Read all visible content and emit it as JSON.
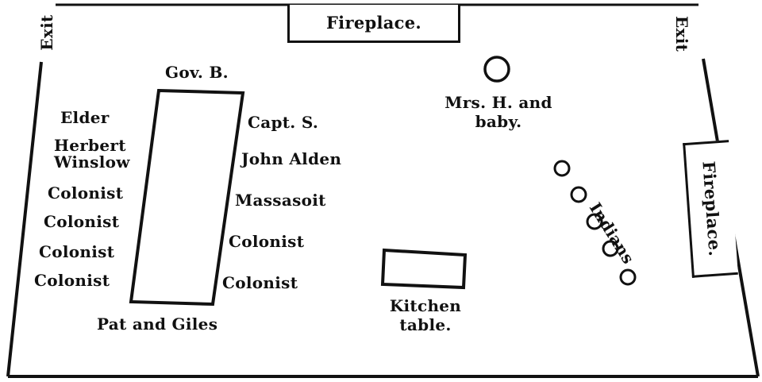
{
  "exits": {
    "left": "Exit",
    "right": "Exit"
  },
  "fireplaces": {
    "top": "Fireplace.",
    "right": "Fireplace."
  },
  "head_of_table": "Gov. B.",
  "left_side": [
    "Elder",
    "Herbert\nWinslow",
    "Colonist",
    "Colonist",
    "Colonist",
    "Colonist"
  ],
  "right_side": [
    "Capt. S.",
    "John Alden",
    "Massasoit",
    "Colonist",
    "Colonist"
  ],
  "foot_of_table": "Pat and Giles",
  "mrs_h": "Mrs. H. and\nbaby.",
  "kitchen_table": "Kitchen\ntable.",
  "indians": "Indians",
  "indian_count": 5,
  "colors": {
    "ink": "#111111",
    "paper": "#ffffff"
  }
}
